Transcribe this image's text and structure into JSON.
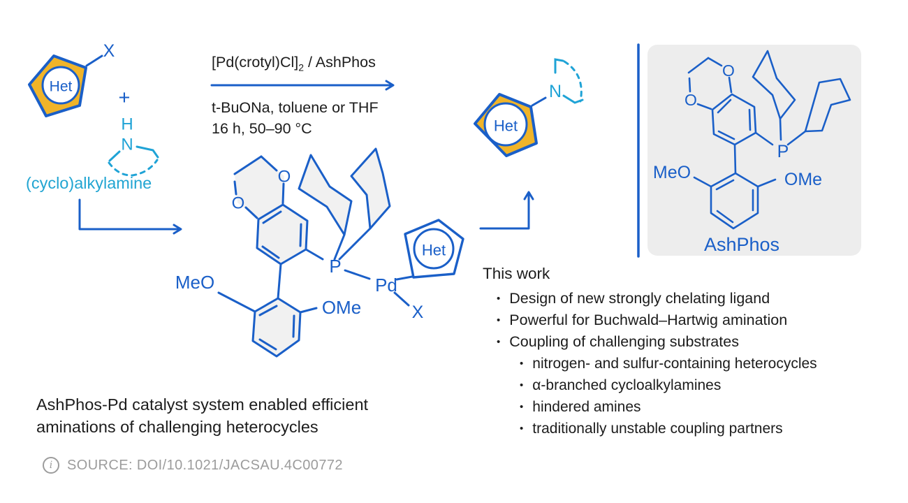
{
  "colors": {
    "blue": "#1a5fc8",
    "cyan": "#1fa3d6",
    "gold": "#f0b429",
    "panel_gray": "#ededed",
    "ring_fill": "#f1f1f1",
    "ink": "#1c1c1c",
    "muted_gray": "#9c9c9c"
  },
  "scheme": {
    "het": "Het",
    "x": "X",
    "plus": "+",
    "amine": {
      "h": "H",
      "n": "N",
      "caption": "(cyclo)alkylamine"
    },
    "conditions": {
      "above_pre": "[Pd(crotyl)Cl]",
      "above_sub": "2",
      "above_post": " / AshPhos",
      "below1": "t-BuONa, toluene or THF",
      "below2": "16 h, 50–90 °C"
    },
    "complex": {
      "o1": "O",
      "o2": "O",
      "meo": "MeO",
      "ome": "OMe",
      "p": "P",
      "pd": "Pd",
      "x": "X",
      "het": "Het"
    },
    "product": {
      "het": "Het",
      "n": "N"
    }
  },
  "panel": {
    "o1": "O",
    "o2": "O",
    "meo": "MeO",
    "ome": "OMe",
    "p": "P",
    "name": "AshPhos"
  },
  "this_work": {
    "title": "This work",
    "bullet_char": "•",
    "bullets": [
      "Design of new strongly chelating ligand",
      "Powerful for Buchwald–Hartwig amination",
      "Coupling of challenging substrates"
    ],
    "sub_bullets": [
      "nitrogen- and sulfur-containing heterocycles",
      "α-branched cycloalkylamines",
      "hindered amines",
      "traditionally unstable coupling partners"
    ]
  },
  "caption": {
    "line1": "AshPhos-Pd catalyst system enabled efficient",
    "line2": "aminations of challenging heterocycles"
  },
  "source": {
    "icon": "i",
    "text": "SOURCE: DOI/10.1021/JACSAU.4C00772"
  }
}
